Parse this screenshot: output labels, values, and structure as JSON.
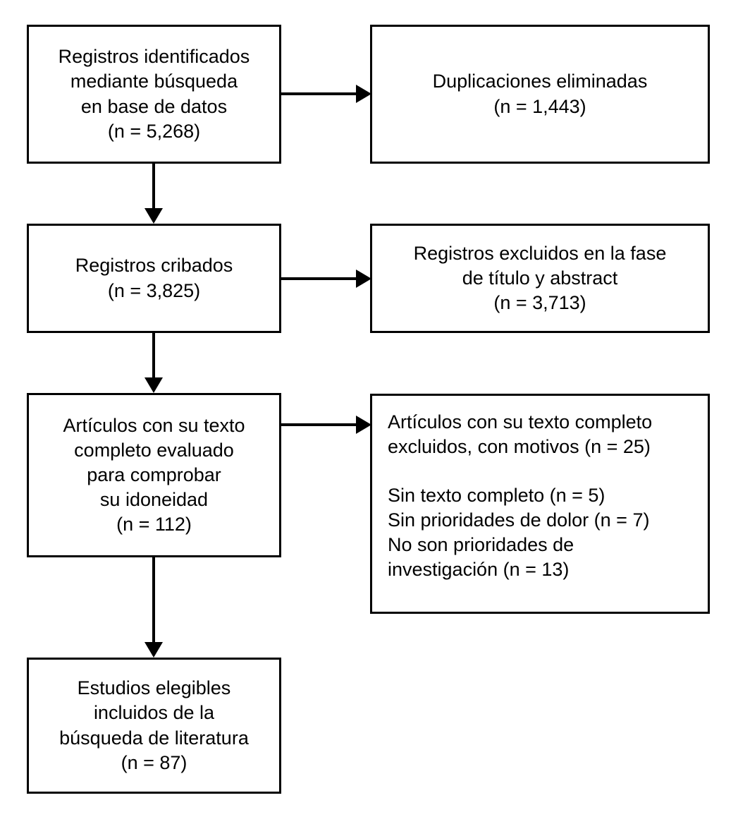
{
  "diagram": {
    "title": "PRISMA flow diagram",
    "language": "es",
    "stroke_color": "#000000",
    "background_color": "#ffffff",
    "nodes": {
      "identified": {
        "name": "Registros identificados mediante busqueda en base de datos",
        "lines": [
          "Registros identificados",
          "mediante búsqueda",
          "en base de datos",
          "(n = 5,268)"
        ],
        "count_label": "(n = 5,268)",
        "count": 5268
      },
      "duplicates": {
        "name": "Duplicaciones eliminadas",
        "lines": [
          "Duplicaciones eliminadas",
          "(n = 1,443)"
        ],
        "count_label": "(n = 1,443)",
        "count": 1443
      },
      "screened": {
        "name": "Registros cribados",
        "lines": [
          "Registros cribados",
          "(n = 3,825)"
        ],
        "count_label": "(n = 3,825)",
        "count": 3825
      },
      "excluded_title_abstract": {
        "name": "Registros excluidos en la fase de titulo y abstract",
        "lines": [
          "Registros excluidos en la fase",
          "de título y abstract",
          "(n = 3,713)"
        ],
        "count_label": "(n = 3,713)",
        "count": 3713
      },
      "fulltext_assessed": {
        "name": "Articulos con su texto completo evaluado para comprobar su idoneidad",
        "lines": [
          "Artículos con su texto",
          "completo evaluado",
          "para comprobar",
          "su idoneidad",
          "(n = 112)"
        ],
        "count_label": "(n = 112)",
        "count": 112
      },
      "excluded_fulltext": {
        "name": "Articulos con su texto completo excluidos, con motivos",
        "heading_lines": [
          "Artículos con su texto completo",
          "excluidos, con motivos (n = 25)"
        ],
        "count_label": "(n = 25)",
        "count": 25,
        "reasons": [
          {
            "label": "Sin texto completo (n = 5)",
            "count": 5
          },
          {
            "label": "Sin prioridades de dolor (n = 7)",
            "count": 7
          },
          {
            "label": "No son prioridades de",
            "count": null
          },
          {
            "label": "investigación (n = 13)",
            "count": 13
          }
        ]
      },
      "included": {
        "name": "Estudios elegibles incluidos de la busqueda de literatura",
        "lines": [
          "Estudios elegibles",
          "incluidos de la",
          "búsqueda de literatura",
          "(n = 87)"
        ],
        "count_label": "(n = 87)",
        "count": 87
      }
    },
    "edges": [
      {
        "from": "identified",
        "to": "duplicates",
        "direction": "right"
      },
      {
        "from": "identified",
        "to": "screened",
        "direction": "down"
      },
      {
        "from": "screened",
        "to": "excluded_title_abstract",
        "direction": "right"
      },
      {
        "from": "screened",
        "to": "fulltext_assessed",
        "direction": "down"
      },
      {
        "from": "fulltext_assessed",
        "to": "excluded_fulltext",
        "direction": "right"
      },
      {
        "from": "fulltext_assessed",
        "to": "included",
        "direction": "down"
      }
    ]
  }
}
